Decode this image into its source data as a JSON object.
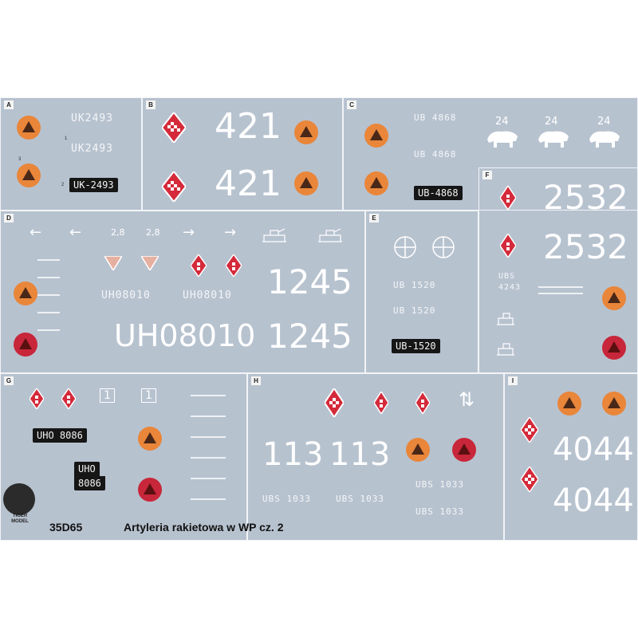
{
  "sheet": {
    "code": "35D65",
    "title": "Artyleria rakietowa w WP cz. 2",
    "logo_text": "TIGER MODEL"
  },
  "panels": {
    "A": {
      "label": "A",
      "small1": "UK2493",
      "small2": "UK2493",
      "plate": "UK-2493"
    },
    "B": {
      "label": "B",
      "num1": "421",
      "num2": "421"
    },
    "C": {
      "label": "C",
      "small1": "UB 4868",
      "small2": "UB 4868",
      "plate": "UB-4868",
      "bison1": "24",
      "bison2": "24",
      "bison3": "24"
    },
    "D": {
      "label": "D",
      "small1": "2,8",
      "small2": "2,8",
      "reg1": "UH08010",
      "reg2": "UH08010",
      "big_reg": "UH08010",
      "num1": "1245",
      "num2": "1245"
    },
    "E": {
      "label": "E",
      "small1": "UB 1520",
      "small2": "UB 1520",
      "plate": "UB-1520"
    },
    "F": {
      "label": "F",
      "num1": "2532",
      "num2": "2532",
      "reg": "UBS",
      "reg2": "4243"
    },
    "G": {
      "label": "G",
      "plate1": "UHO 8086",
      "plate2a": "UHO",
      "plate2b": "8086",
      "box1": "1",
      "box2": "1"
    },
    "H": {
      "label": "H",
      "num1": "113",
      "num2": "113",
      "reg1": "UBS 1033",
      "reg2": "UBS 1033",
      "reg3": "UBS 1033",
      "reg4": "UBS 1033"
    },
    "I": {
      "label": "I",
      "num1": "4044",
      "num2": "4044"
    }
  },
  "colors": {
    "sheet": "#b7c2cf",
    "roundel_orange": "#e9863a",
    "roundel_red": "#c8263a",
    "checker_red": "#d42a3a",
    "plate_black": "#161616"
  }
}
